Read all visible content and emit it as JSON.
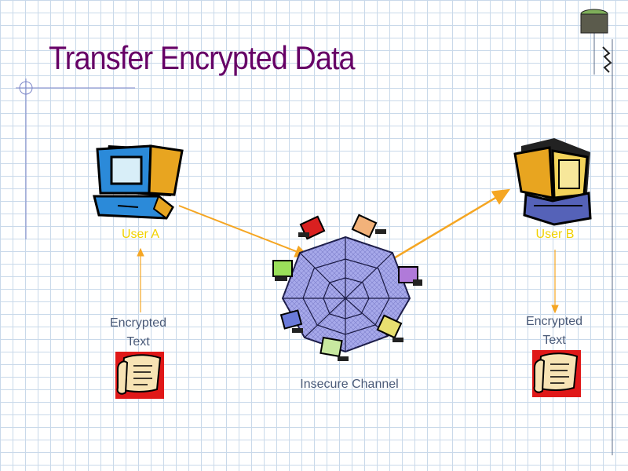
{
  "title": "Transfer Encrypted Data",
  "user_a": {
    "label": "User A",
    "doc_label_line1": "Encrypted",
    "doc_label_line2": "Text"
  },
  "user_b": {
    "label": "User B",
    "doc_label_line1": "Encrypted",
    "doc_label_line2": "Text"
  },
  "channel": {
    "label": "Insecure Channel"
  },
  "colors": {
    "title": "#660066",
    "arrow": "#f5a623",
    "user_label": "#f2d200",
    "caption": "#4a5a78",
    "grid": "#c9d9ea",
    "web": "#9aa0e6"
  },
  "icons": [
    "computer-icon",
    "spider-web-network-icon",
    "scroll-document-icon",
    "network-cable-icon"
  ]
}
